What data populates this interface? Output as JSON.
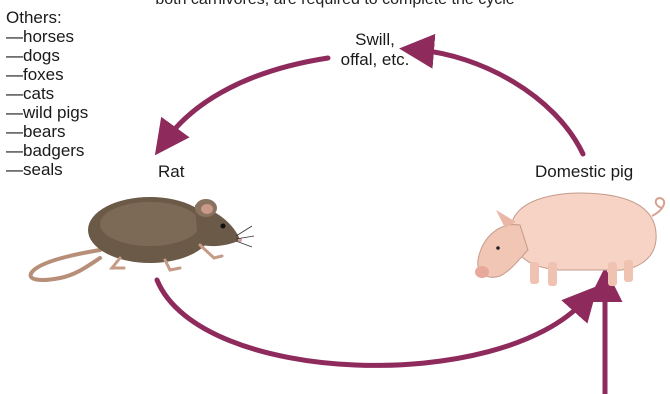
{
  "caption": "both carnivores, are required to complete the cycle",
  "others": {
    "heading": "Others:",
    "items": [
      "horses",
      "dogs",
      "foxes",
      "cats",
      "wild pigs",
      "bears",
      "badgers",
      "seals"
    ]
  },
  "nodes": {
    "swill_line1": "Swill,",
    "swill_line2": "offal, etc.",
    "rat": "Rat",
    "pig": "Domestic pig"
  },
  "colors": {
    "arrow": "#8e2b5c",
    "rat_body": "#6b5a48",
    "pig_body": "#f6d3c4"
  }
}
